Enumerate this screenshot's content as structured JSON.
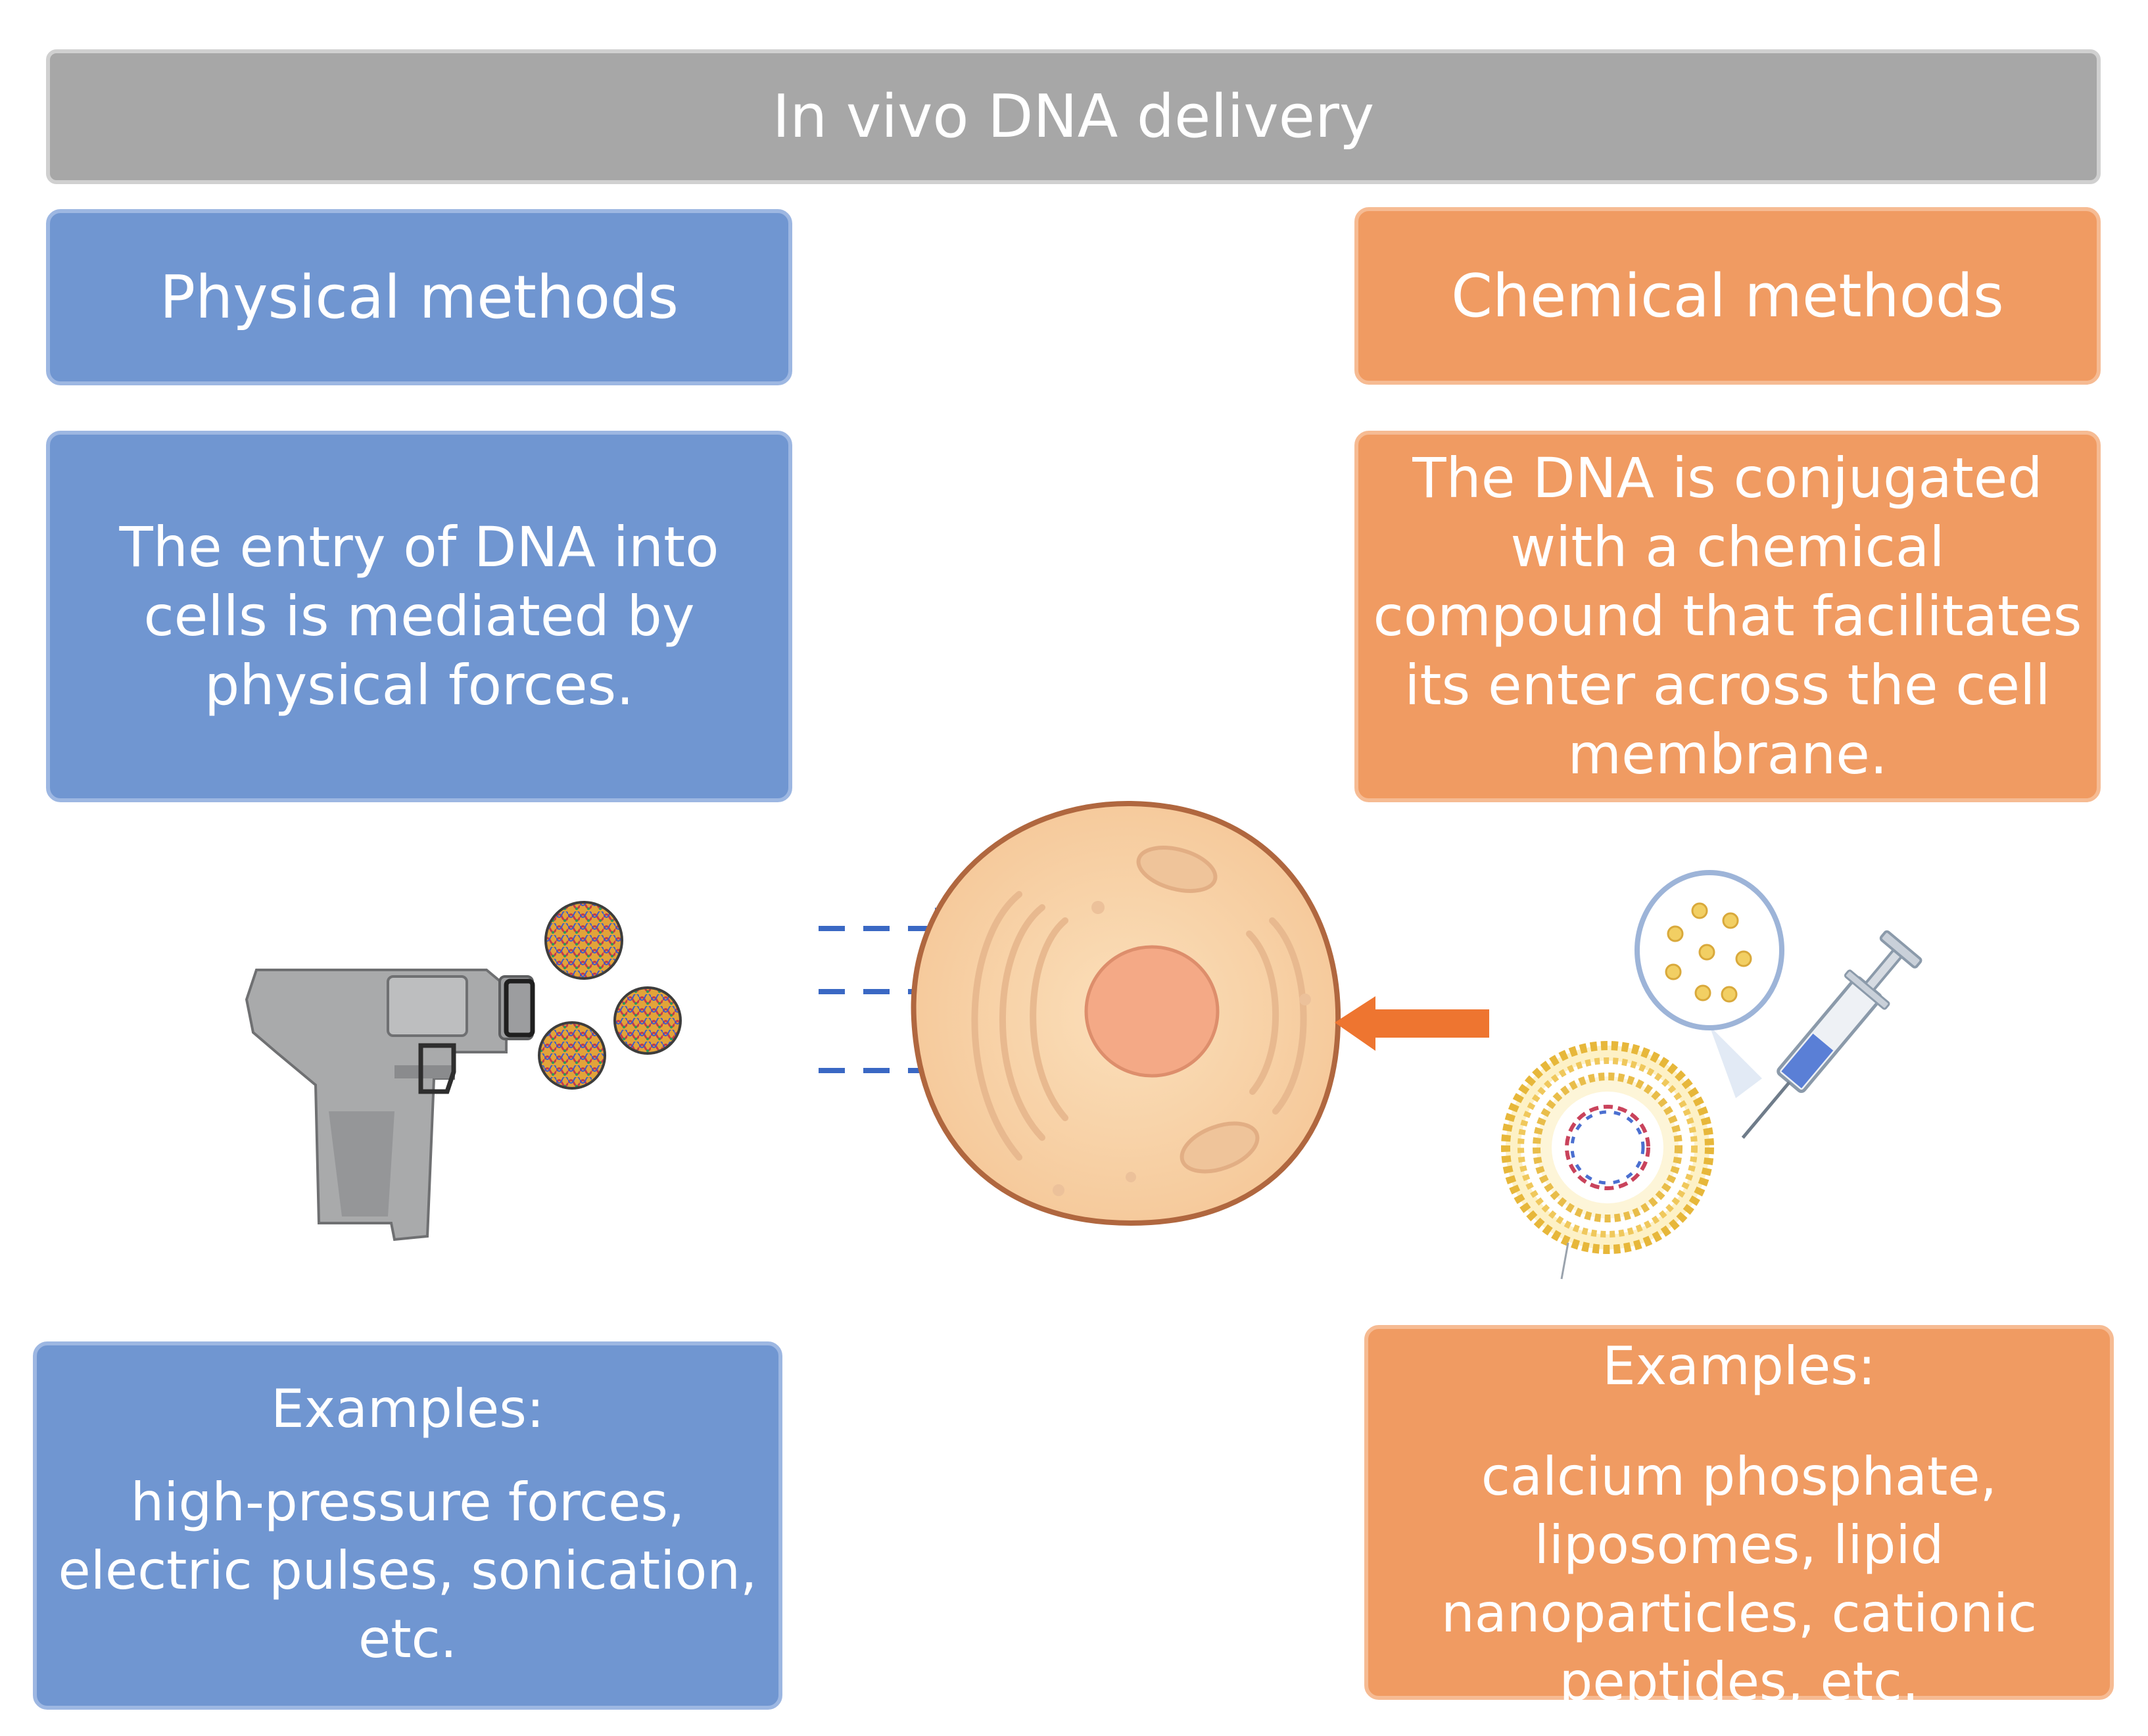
{
  "title": "In vivo DNA delivery",
  "physical": {
    "heading": "Physical methods",
    "description": "The entry of DNA  into cells is mediated by physical forces.",
    "examples_title": "Examples:",
    "examples": "high-pressure forces, electric pulses, sonication, etc."
  },
  "chemical": {
    "heading": "Chemical methods",
    "description": "The DNA is conjugated with a chemical compound that facilitates its enter across the cell membrane.",
    "examples_title": "Examples:",
    "examples": "calcium phosphate, liposomes, lipid nanoparticles, cationic peptides, etc."
  },
  "colors": {
    "title_bar": "#a7a7a7",
    "physical": "#7096d1",
    "chemical": "#f09b62",
    "cell": "#f9d4a8",
    "nucleus": "#f4a986",
    "blue_arrow": "#3a68c4",
    "orange_arrow": "#ee7530"
  },
  "icons": [
    "gene-gun-icon",
    "dna-particle-icon",
    "cell-icon",
    "nanoparticle-magnified-icon",
    "syringe-icon",
    "liposome-icon"
  ]
}
